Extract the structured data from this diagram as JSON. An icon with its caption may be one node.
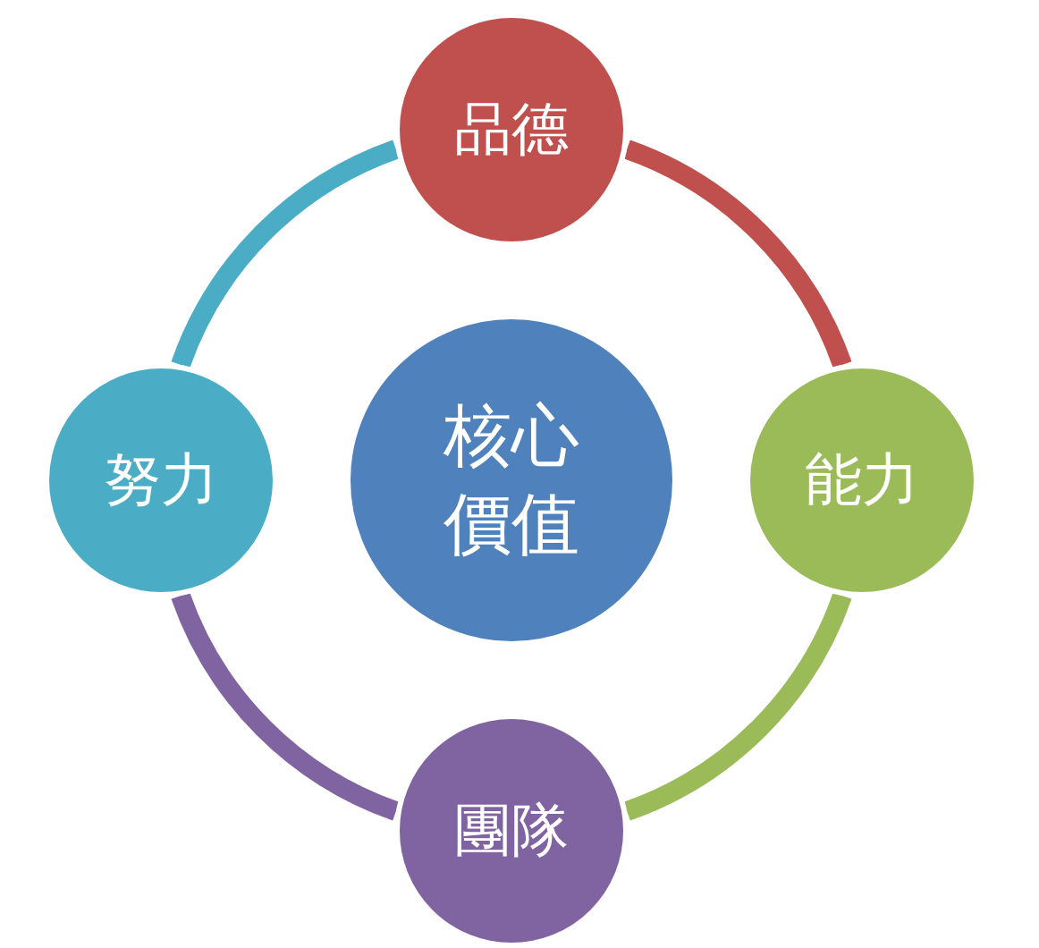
{
  "diagram": {
    "nodes": [
      {
        "text": [
          "品德"
        ]
      },
      {
        "text": [
          "努力"
        ]
      },
      {
        "text": [
          "核心價值"
        ]
      },
      {
        "text": [
          "能力"
        ]
      },
      {
        "text": [
          "團隊"
        ]
      }
    ],
    "edges": [
      {
        "from": 0,
        "to": 3,
        "arrow": "none",
        "color": "#c0504d"
      },
      {
        "from": 3,
        "to": 4,
        "arrow": "none",
        "color": "#9bbb59"
      },
      {
        "from": 4,
        "to": 1,
        "arrow": "none",
        "color": "#8064a2"
      },
      {
        "from": 1,
        "to": 0,
        "arrow": "none",
        "color": "#4bacc6"
      }
    ]
  }
}
